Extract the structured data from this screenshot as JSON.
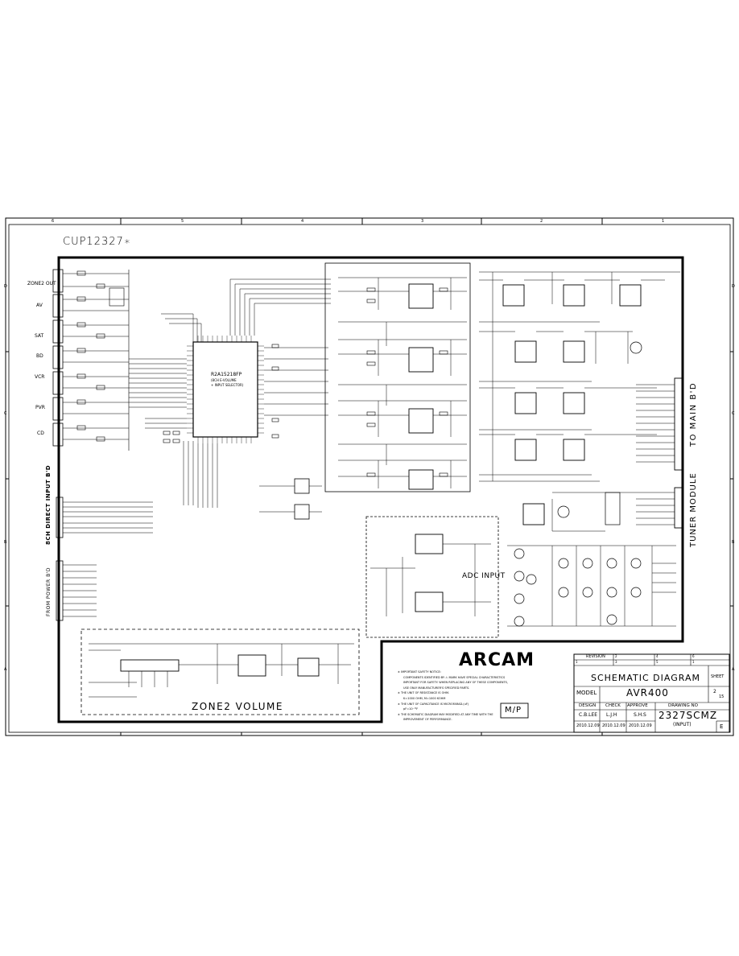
{
  "drawing": {
    "part_number": "CUP12327∗",
    "column_markers": [
      "6",
      "5",
      "4",
      "3",
      "2",
      "1"
    ],
    "row_markers": [
      "D",
      "C",
      "B",
      "A"
    ]
  },
  "left_inputs": {
    "zone2_out": "ZONE2 OUT",
    "av": "AV",
    "sat": "SAT",
    "bd": "BD",
    "vcr": "VCR",
    "pvr": "PVR",
    "cd": "CD",
    "direct_input": "8CH DIRECT INPUT B'D",
    "from_power": "FROM POWER B'D"
  },
  "ic": {
    "part": "R2A15218FP",
    "desc1": "(8CH E-VOLUME",
    "desc2": "+ INPUT SELECTOR)"
  },
  "blocks": {
    "adc_input": "ADC INPUT",
    "zone2_volume": "ZONE2 VOLUME",
    "to_main": "TO MAIN B'D",
    "tuner_module": "TUNER MODULE"
  },
  "logo": "ARCAM",
  "notes": [
    "∗ IMPORTANT SAFETY NOTICE:",
    "COMPONENTS IDENTIFIED BY  ⚠  MARK HAVE SPECIAL CHARACTERISTICS",
    "IMPORTANT FOR SAFETY. WHEN REPLACING ANY OF THESE COMPONENTS,",
    "USE ONLY MANUFACTURER'S SPECIFIED PARTS.",
    "∗ THE UNIT OF RESISTANCE IS OHM.",
    "K=1000 OHM, M=1000 KOHM",
    "∗ THE UNIT OF CAPACITANCE IS MICROFARAD.(uF)",
    "pF=10⁻¹²F",
    "∗ THE SCHEMATIC DIAGRAM MAY MODIFIED AT ANY TIME WITH THE",
    "IMPROVEMENT OF PERFORMANCE."
  ],
  "mp_box": "M/P",
  "title_block": {
    "revision_label": "REVISION",
    "rev_cells": [
      "2",
      "3",
      "4",
      "5",
      "6",
      "1"
    ],
    "title": "SCHEMATIC DIAGRAM",
    "sheet_label": "SHEET",
    "model_label": "MODEL",
    "model_value": "AVR400",
    "sheet_num": "2",
    "sheet_total": "15",
    "design_label": "DESIGN",
    "check_label": "CHECK",
    "approve_label": "APPROVE",
    "drawing_no_label": "DRAWING NO",
    "design_name": "C.B.LEE",
    "check_name": "L.J.H",
    "approve_name": "S.H.S",
    "drawing_no": "2327SCMZ",
    "drawing_sub": "(INPUT)",
    "rev_letter": "E",
    "date1": "2010.12.09",
    "date2": "2010.12.09",
    "date3": "2010.12.09"
  }
}
